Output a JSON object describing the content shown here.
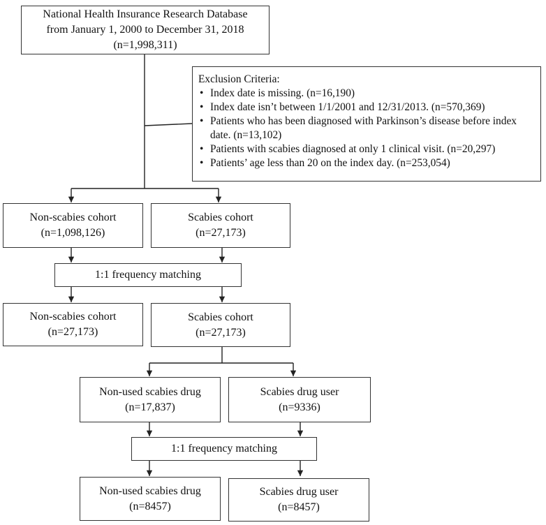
{
  "source": {
    "line1": "National Health Insurance Research Database",
    "line2": "from January 1, 2000 to December 31, 2018",
    "count": "(n=1,998,311)"
  },
  "exclusion": {
    "title": "Exclusion Criteria:",
    "items": [
      "Index date is missing. (n=16,190)",
      "Index date isn’t between 1/1/2001 and 12/31/2013. (n=570,369)",
      "Patients who has been diagnosed with Parkinson’s disease before index date. (n=13,102)",
      "Patients with scabies diagnosed at only 1 clinical visit. (n=20,297)",
      "Patients’ age less than 20 on the index day. (n=253,054)"
    ]
  },
  "cohorts_initial": {
    "non_scabies": {
      "label": "Non-scabies cohort",
      "count": "(n=1,098,126)"
    },
    "scabies": {
      "label": "Scabies cohort",
      "count": "(n=27,173)"
    }
  },
  "matching_1": {
    "label": "1:1 frequency matching"
  },
  "cohorts_matched": {
    "non_scabies": {
      "label": "Non-scabies cohort",
      "count": "(n=27,173)"
    },
    "scabies": {
      "label": "Scabies cohort",
      "count": "(n=27,173)"
    }
  },
  "drug_groups": {
    "non_used": {
      "label": "Non-used scabies drug",
      "count": "(n=17,837)"
    },
    "user": {
      "label": "Scabies drug user",
      "count": "(n=9336)"
    }
  },
  "matching_2": {
    "label": "1:1 frequency matching"
  },
  "drug_matched": {
    "non_used": {
      "label": "Non-used scabies drug",
      "count": "(n=8457)"
    },
    "user": {
      "label": "Scabies drug user",
      "count": "(n=8457)"
    }
  }
}
